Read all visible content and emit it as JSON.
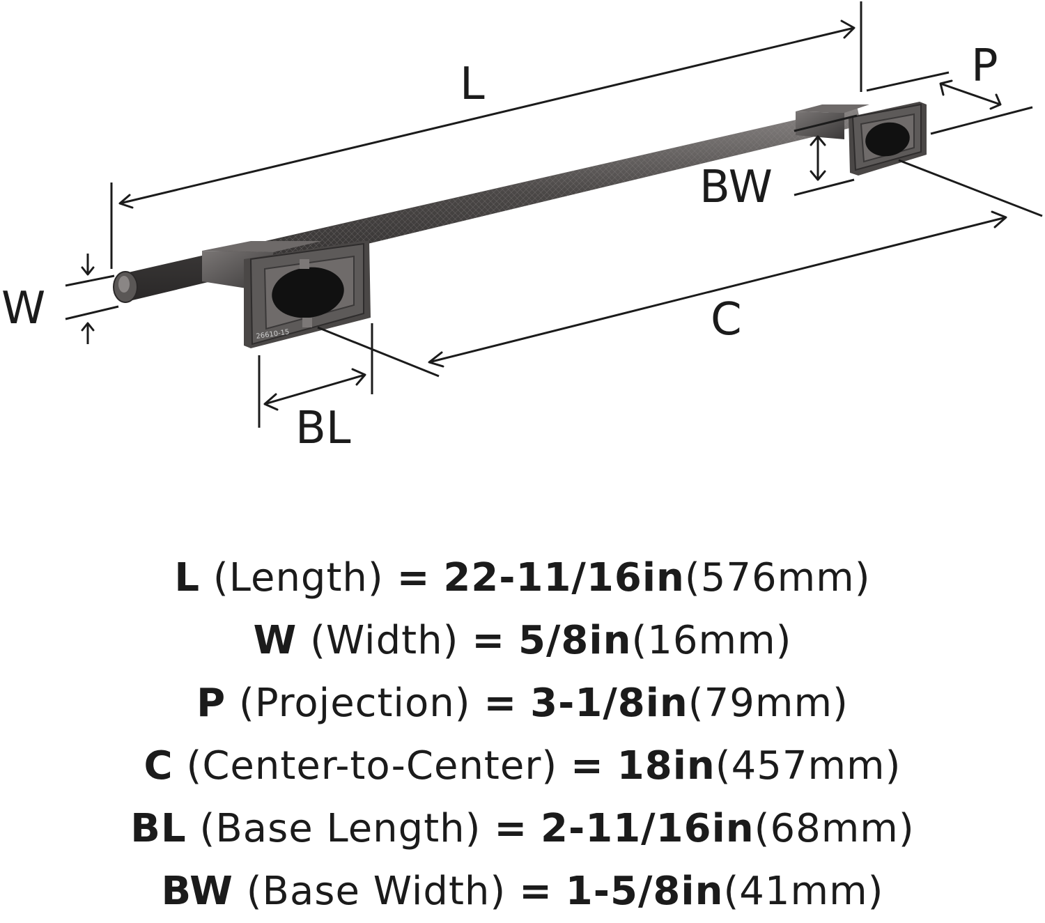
{
  "dimension_labels": {
    "L": "L",
    "W": "W",
    "P": "P",
    "C": "C",
    "BL": "BL",
    "BW": "BW"
  },
  "part_marking": "26610-15",
  "specs": [
    {
      "code": "L",
      "name": "(Length)",
      "eq": "=",
      "imperial": "22-11/16in",
      "metric": "(576mm)"
    },
    {
      "code": "W",
      "name": "(Width)",
      "eq": "=",
      "imperial": "5/8in",
      "metric": "(16mm)"
    },
    {
      "code": "P",
      "name": "(Projection)",
      "eq": "=",
      "imperial": "3-1/8in",
      "metric": "(79mm)"
    },
    {
      "code": "C",
      "name": "(Center-to-Center)",
      "eq": "=",
      "imperial": "18in",
      "metric": "(457mm)"
    },
    {
      "code": "BL",
      "name": "(Base Length)",
      "eq": "=",
      "imperial": "2-11/16in",
      "metric": "(68mm)"
    },
    {
      "code": "BW",
      "name": "(Base Width)",
      "eq": "=",
      "imperial": "1-5/8in",
      "metric": "(41mm)"
    }
  ],
  "colors": {
    "ink": "#1b1b1b",
    "metal_dark": "#3a3838",
    "metal_mid": "#5a5756",
    "metal_light": "#8a8685",
    "background": "#ffffff"
  }
}
